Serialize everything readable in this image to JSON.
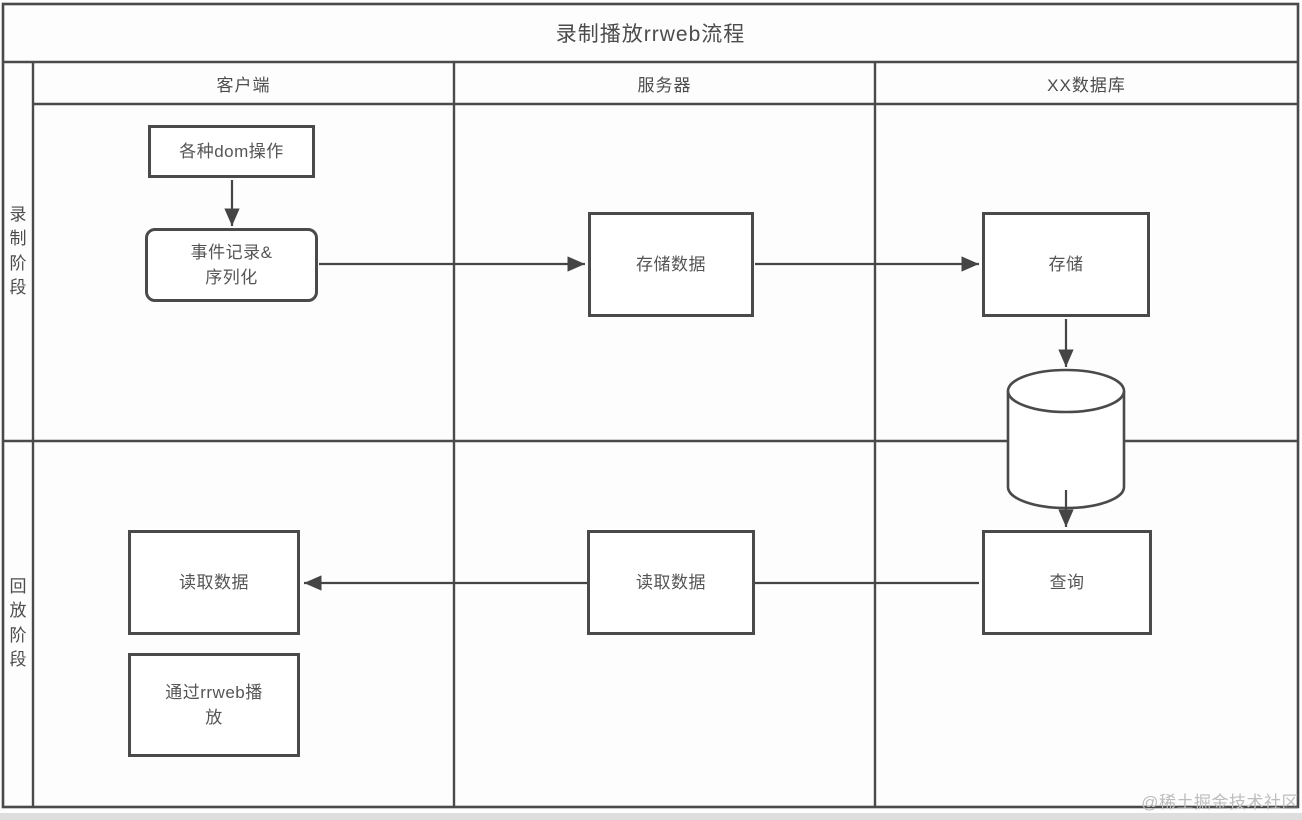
{
  "title": "录制播放rrweb流程",
  "watermark": "@稀土掘金技术社区",
  "lanes": {
    "columns": [
      {
        "label": "客户端"
      },
      {
        "label": "服务器"
      },
      {
        "label": "XX数据库"
      }
    ],
    "rows": [
      {
        "label": "录制阶段"
      },
      {
        "label": "回放阶段"
      }
    ]
  },
  "nodes": {
    "dom_ops": {
      "label": "各种dom操作"
    },
    "event_record": {
      "label": "事件记录&序列化"
    },
    "store_data": {
      "label": "存储数据"
    },
    "store": {
      "label": "存储"
    },
    "database": {
      "icon": "database-cylinder-icon"
    },
    "query": {
      "label": "查询"
    },
    "read_server": {
      "label": "读取数据"
    },
    "read_client": {
      "label": "读取数据"
    },
    "play": {
      "label": "通过rrweb播放"
    }
  },
  "colors": {
    "line": "#4a4a4a",
    "text": "#555555",
    "watermark": "#bdbdbd",
    "background": "#fdfdfd"
  }
}
